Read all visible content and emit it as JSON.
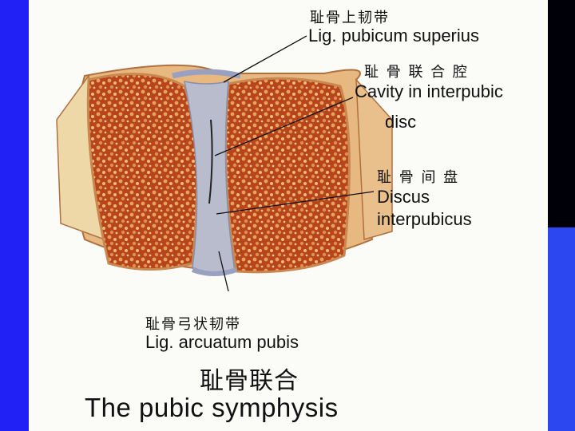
{
  "labels": {
    "lig_superius_cn": "耻骨上韧带",
    "lig_superius_en": "Lig. pubicum superius",
    "cavity_cn": "耻 骨 联 合 腔",
    "cavity_en_1": "Cavity in interpubic",
    "cavity_en_2": "disc",
    "discus_cn": "耻 骨 间 盘",
    "discus_en_1": "Discus",
    "discus_en_2": "interpubicus",
    "lig_arcuatum_cn": "耻骨弓状韧带",
    "lig_arcuatum_en": "Lig. arcuatum pubis"
  },
  "title": {
    "cn": "耻骨联合",
    "en": "The pubic symphysis"
  },
  "colors": {
    "bone_fill": "#b8441c",
    "bone_edge": "#e7b880",
    "disc": "#b9bccd",
    "left_frame": "#2121f5",
    "right_frame_bottom": "#2c46f0"
  }
}
